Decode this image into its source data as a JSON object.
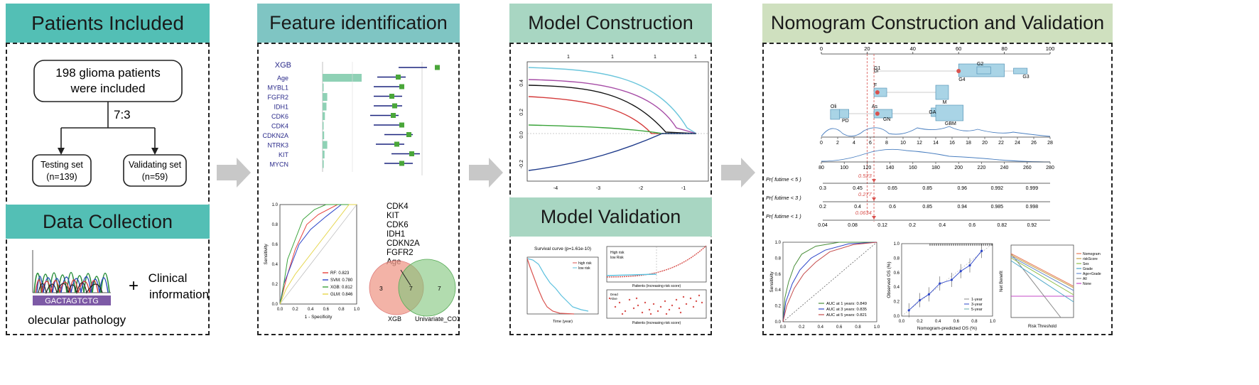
{
  "panel1": {
    "title": "Patients Included",
    "cohort_text_line1": "198 glioma patients",
    "cohort_text_line2": "were included",
    "split_ratio": "7:3",
    "testing_label": "Testing set",
    "testing_n": "(n=139)",
    "validating_label": "Validating set",
    "validating_n": "(n=59)",
    "data_title": "Data Collection",
    "plus": "+",
    "clinical_line1": "Clinical",
    "clinical_line2": "information",
    "molecular_label": "molecular pathology",
    "dna_sequence": "GACTAGTCTG"
  },
  "panel2": {
    "title": "Feature identification",
    "xgb_header": "XGB",
    "features": [
      "Age",
      "MYBL1",
      "FGFR2",
      "IDH1",
      "CDK6",
      "CDK4",
      "CDKN2A",
      "NTRK3",
      "KIT",
      "MYCN"
    ],
    "importance": [
      1.0,
      0.02,
      0.12,
      0.1,
      0.06,
      0.02,
      0.04,
      0.12,
      0.05,
      0.03,
      0.02
    ],
    "roc_ylabel": "Sensitivity",
    "roc_xlabel": "1 - Specificity",
    "roc_legend": [
      "RF: 0.823",
      "SVM: 0.780",
      "XGB: 0.812",
      "GLM: 0.846"
    ],
    "roc_colors": [
      "#e8413c",
      "#2b44c9",
      "#3aa33a",
      "#e6d64a"
    ],
    "roc_ticks": [
      "0.0",
      "0.2",
      "0.4",
      "0.6",
      "0.8",
      "1.0"
    ],
    "venn_genes": [
      "CDK4",
      "KIT",
      "CDK6",
      "IDH1",
      "CDKN2A",
      "FGFR2",
      "Age"
    ],
    "venn_left": "3",
    "venn_mid": "7",
    "venn_right": "7",
    "venn_left_label": "XGB",
    "venn_right_label": "Univariate_COX"
  },
  "panel3": {
    "title": "Model Construction",
    "top_ticks": [
      "1",
      "1",
      "1",
      "1"
    ],
    "x_ticks": [
      "-4",
      "-3",
      "-2",
      "-1"
    ],
    "y_ticks": [
      "0.4",
      "0.2",
      "0.0",
      "-0.2"
    ],
    "lasso_colors": [
      "#6cc6dc",
      "#a64ca6",
      "#111111",
      "#d43a3a",
      "#3aa33a",
      "#1e3a8a"
    ],
    "val_title": "Model Validation",
    "km_title": "Survival curve (p=1.61e-10)",
    "km_legend": [
      "high risk",
      "low risk"
    ],
    "km_xlabel": "Time (year)",
    "risk_legend": [
      "High risk",
      "low Risk"
    ],
    "risk_xlabel": "Patients (increasing risk score)",
    "scatter_legend": [
      "Dead",
      "Alive"
    ],
    "scatter_xlabel": "Patients (increasing risk score)"
  },
  "panel4": {
    "title": "Nomogram Construction and Validation",
    "points_ticks": [
      "0",
      "20",
      "40",
      "60",
      "80",
      "100"
    ],
    "nodes": [
      "G1",
      "G2",
      "G3",
      "G4",
      "F",
      "M",
      "Oli",
      "PD",
      "As",
      "GN",
      "GA",
      "GBM",
      "Ol"
    ],
    "total_ticks_top": [
      "0",
      "2",
      "4",
      "6",
      "8",
      "10",
      "12",
      "14",
      "16",
      "18",
      "20",
      "22",
      "24",
      "26",
      "28"
    ],
    "total_ticks_bottom": [
      "80",
      "100",
      "120",
      "140",
      "160",
      "180",
      "200",
      "220",
      "240",
      "260",
      "280"
    ],
    "pr5_label": "Pr( futime < 5 )",
    "pr5_value": "0.523",
    "pr5_ticks": [
      "0.3",
      "0.45",
      "0.65",
      "0.85",
      "0.96",
      "0.992",
      "0.999"
    ],
    "pr3_label": "Pr( futime < 3 )",
    "pr3_value": "0.277",
    "pr3_ticks": [
      "0.2",
      "0.4",
      "0.6",
      "0.85",
      "0.94",
      "0.985",
      "0.998"
    ],
    "pr1_label": "Pr( futime < 1 )",
    "pr1_value": "0.0634",
    "pr1_ticks": [
      "0.04",
      "0.08",
      "0.12",
      "0.2",
      "0.4",
      "0.6",
      "0.82",
      "0.92"
    ],
    "roc_ylabel": "Sensitivity",
    "roc_legend": [
      "AUC at 1 years: 0.849",
      "AUC at 3 years: 0.835",
      "AUC at 5 years: 0.821"
    ],
    "roc_colors": [
      "#4a8f3a",
      "#2b44c9",
      "#c44a4a"
    ],
    "calib_ylabel": "Observed OS (%)",
    "calib_xlabel": "Nomogram-predicted OS (%)",
    "calib_legend": [
      "1-year",
      "3-year",
      "5-year"
    ],
    "dca_ylabel": "Net Benefit",
    "dca_xlabel": "Risk Threshold",
    "dca_legend": [
      "Nomogram",
      "riskScore",
      "Sex",
      "Grade",
      "Age+Grade",
      "All",
      "None"
    ],
    "dca_colors": [
      "#e87a5a",
      "#c7a24a",
      "#8fbf4a",
      "#4aa6c7",
      "#6a8fd0",
      "#888888",
      "#c44ac7"
    ]
  },
  "colors": {
    "teal_header": "#53bfb5",
    "feature_header": "#7fc5c3",
    "model_header": "#a8d6c2",
    "nomo_header": "#cfe0bf",
    "arrow": "#c8c8c8"
  }
}
